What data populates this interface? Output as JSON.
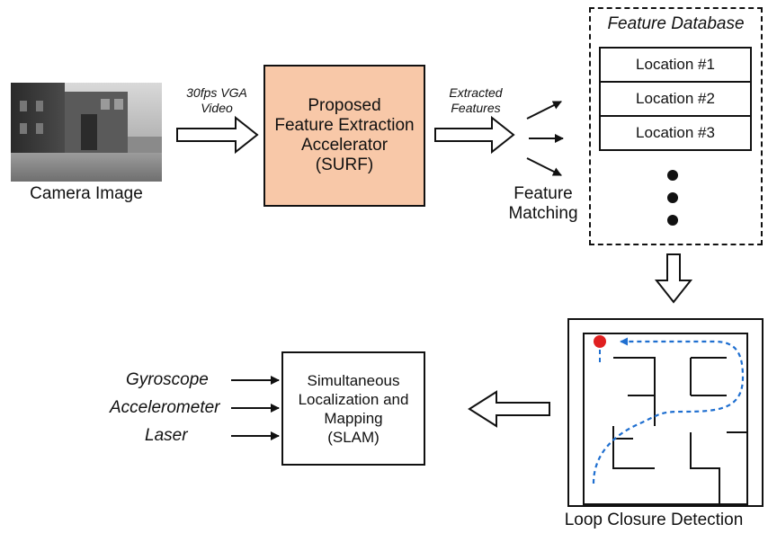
{
  "camera": {
    "label": "Camera Image"
  },
  "video_label": {
    "line1": "30fps VGA",
    "line2": "Video"
  },
  "accelerator": {
    "line1": "Proposed",
    "line2": "Feature Extraction",
    "line3": "Accelerator",
    "line4": "(SURF)",
    "fill": "#f8c8a8"
  },
  "extracted_label": {
    "line1": "Extracted",
    "line2": "Features"
  },
  "matching_label": {
    "line1": "Feature",
    "line2": "Matching"
  },
  "database": {
    "title": "Feature Database",
    "locations": [
      "Location #1",
      "Location #2",
      "Location #3"
    ]
  },
  "loop": {
    "label": "Loop Closure Detection",
    "start_color": "#e02020",
    "path_color": "#1f6fd0"
  },
  "sensors": [
    "Gyroscope",
    "Accelerometer",
    "Laser"
  ],
  "slam": {
    "line1": "Simultaneous",
    "line2": "Localization and",
    "line3": "Mapping",
    "line4": "(SLAM)"
  }
}
